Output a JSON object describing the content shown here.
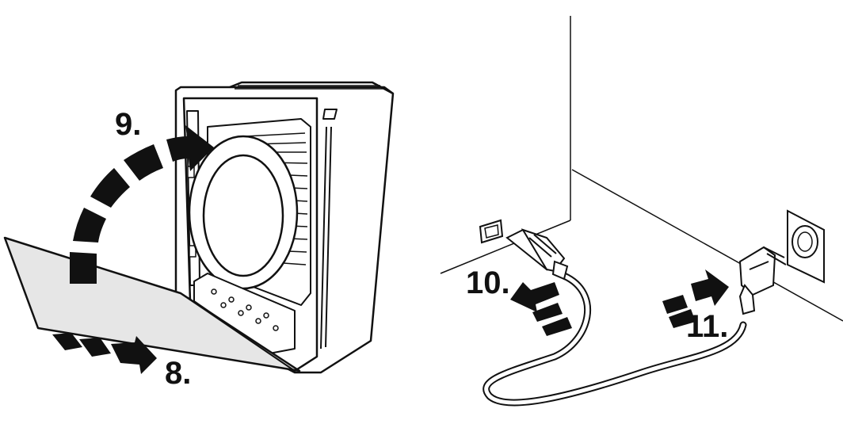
{
  "steps": [
    {
      "number": "8.",
      "action": "slide-filter-in"
    },
    {
      "number": "9.",
      "action": "close-cover"
    },
    {
      "number": "10.",
      "action": "connect-cable-to-device"
    },
    {
      "number": "11.",
      "action": "plug-into-wall-socket"
    }
  ],
  "colors": {
    "ink": "#111111",
    "filter_fill": "#e6e6e6",
    "background": "#ffffff"
  },
  "icons": [
    "air-purifier-icon",
    "filter-panel-icon",
    "power-cable-icon",
    "wall-socket-icon",
    "arrow-icon"
  ]
}
